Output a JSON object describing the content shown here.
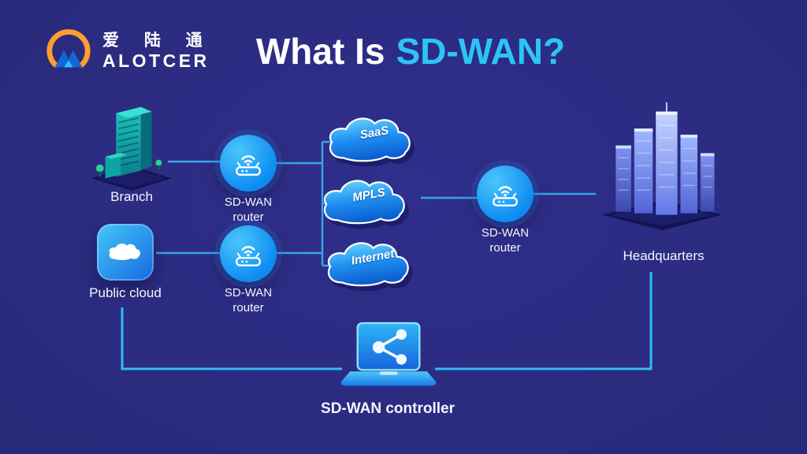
{
  "brand": {
    "name_cn": "爱 陆 通",
    "name_en": "ALOTCER"
  },
  "title": {
    "white_part": "What Is",
    "accent_part": "SD-WAN?"
  },
  "labels": {
    "branch": "Branch",
    "public_cloud": "Public cloud",
    "headquarters": "Headquarters",
    "controller": "SD-WAN controller"
  },
  "routers": [
    {
      "id": "router-branch",
      "label": "SD-WAN router"
    },
    {
      "id": "router-public-cloud",
      "label": "SD-WAN router"
    },
    {
      "id": "router-headquarters",
      "label": "SD-WAN router"
    }
  ],
  "clouds": [
    {
      "label": "SaaS"
    },
    {
      "label": "MPLS"
    },
    {
      "label": "Internet"
    }
  ],
  "colors": {
    "background": "#29297a",
    "title_accent": "#2cc4f8",
    "connector_blue": "#37a6e9",
    "router_blue": "#0d8bf2",
    "logo_orange": "#ff9d2e"
  }
}
